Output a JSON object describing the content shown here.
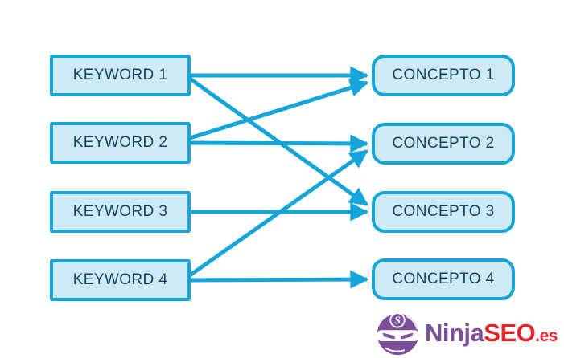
{
  "diagram": {
    "left_nodes": [
      {
        "label": "KEYWORD 1"
      },
      {
        "label": "KEYWORD 2"
      },
      {
        "label": "KEYWORD 3"
      },
      {
        "label": "KEYWORD 4"
      }
    ],
    "right_nodes": [
      {
        "label": "CONCEPTO 1"
      },
      {
        "label": "CONCEPTO 2"
      },
      {
        "label": "CONCEPTO 3"
      },
      {
        "label": "CONCEPTO 4"
      }
    ],
    "connections": [
      {
        "from": "KEYWORD 1",
        "to": "CONCEPTO 1"
      },
      {
        "from": "KEYWORD 1",
        "to": "CONCEPTO 3"
      },
      {
        "from": "KEYWORD 2",
        "to": "CONCEPTO 1"
      },
      {
        "from": "KEYWORD 2",
        "to": "CONCEPTO 2"
      },
      {
        "from": "KEYWORD 3",
        "to": "CONCEPTO 3"
      },
      {
        "from": "KEYWORD 4",
        "to": "CONCEPTO 2"
      },
      {
        "from": "KEYWORD 4",
        "to": "CONCEPTO 4"
      }
    ]
  },
  "logo": {
    "name_part1": "Ninja",
    "name_part2": "SEO",
    "tld": ".es",
    "icon": "ninja-icon",
    "icon_letter": "S"
  },
  "colors": {
    "accent": "#15a5d9",
    "box_fill": "#cdeaf6",
    "box_text": "#12445f",
    "logo_purple": "#7b4f9b",
    "logo_red": "#e4232b",
    "background": "#ffffff"
  }
}
